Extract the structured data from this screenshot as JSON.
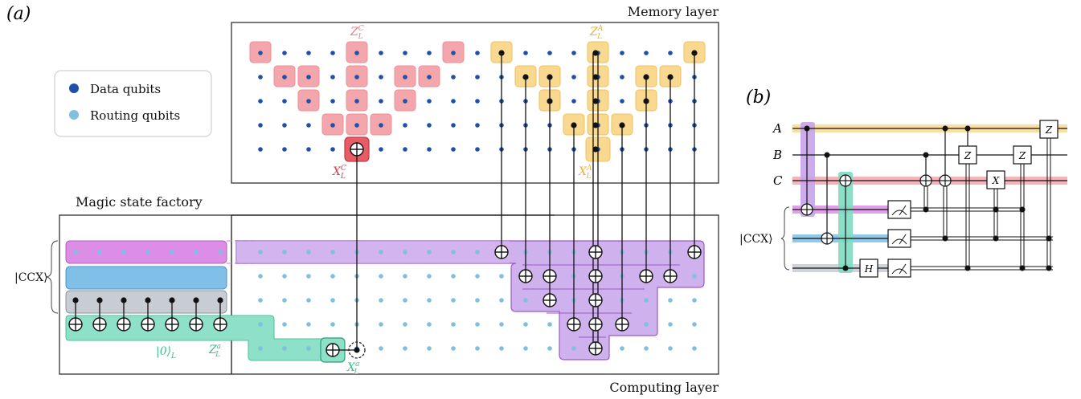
{
  "panel_a": {
    "label": "(a)",
    "memory_layer": "Memory layer",
    "computing_layer": "Computing layer",
    "magic_state_factory": "Magic state factory",
    "legend": {
      "data_qubits": "Data qubits",
      "routing_qubits": "Routing qubits"
    },
    "ops": {
      "zc": "Z",
      "zc_sup": "C",
      "zc_sub": "L",
      "xc": "X",
      "xc_sup": "C",
      "xc_sub": "L",
      "za": "Z",
      "za_sup": "A",
      "za_sub": "L",
      "xa": "X",
      "xa_sup": "A",
      "xa_sub": "L",
      "zl_a": "Z",
      "zl_a_sup": "a",
      "zl_a_sub": "L",
      "xl_a": "X",
      "xl_a_sup": "a",
      "xl_a_sub": "L",
      "zero_l": "|0⟩",
      "zero_l_sub": "L",
      "ccx_label": "|CCX⟩"
    }
  },
  "panel_b": {
    "label": "(b)",
    "wires": [
      "A",
      "B",
      "C"
    ],
    "ccx_label": "|CCX⟩",
    "gates": {
      "h": "H",
      "z": "Z",
      "x": "X"
    }
  },
  "colors": {
    "data_qubit": "#1f4fa8",
    "routing_qubit": "#7fbfe0",
    "z_c_patch": "#f4a6ad",
    "z_a_patch": "#f9d98f",
    "purple": "#b98be0",
    "blue": "#7fbfe8",
    "grey": "#c8ccd3",
    "green": "#8fe0c8",
    "red": "#e85c66",
    "orange": "#f0b030"
  }
}
